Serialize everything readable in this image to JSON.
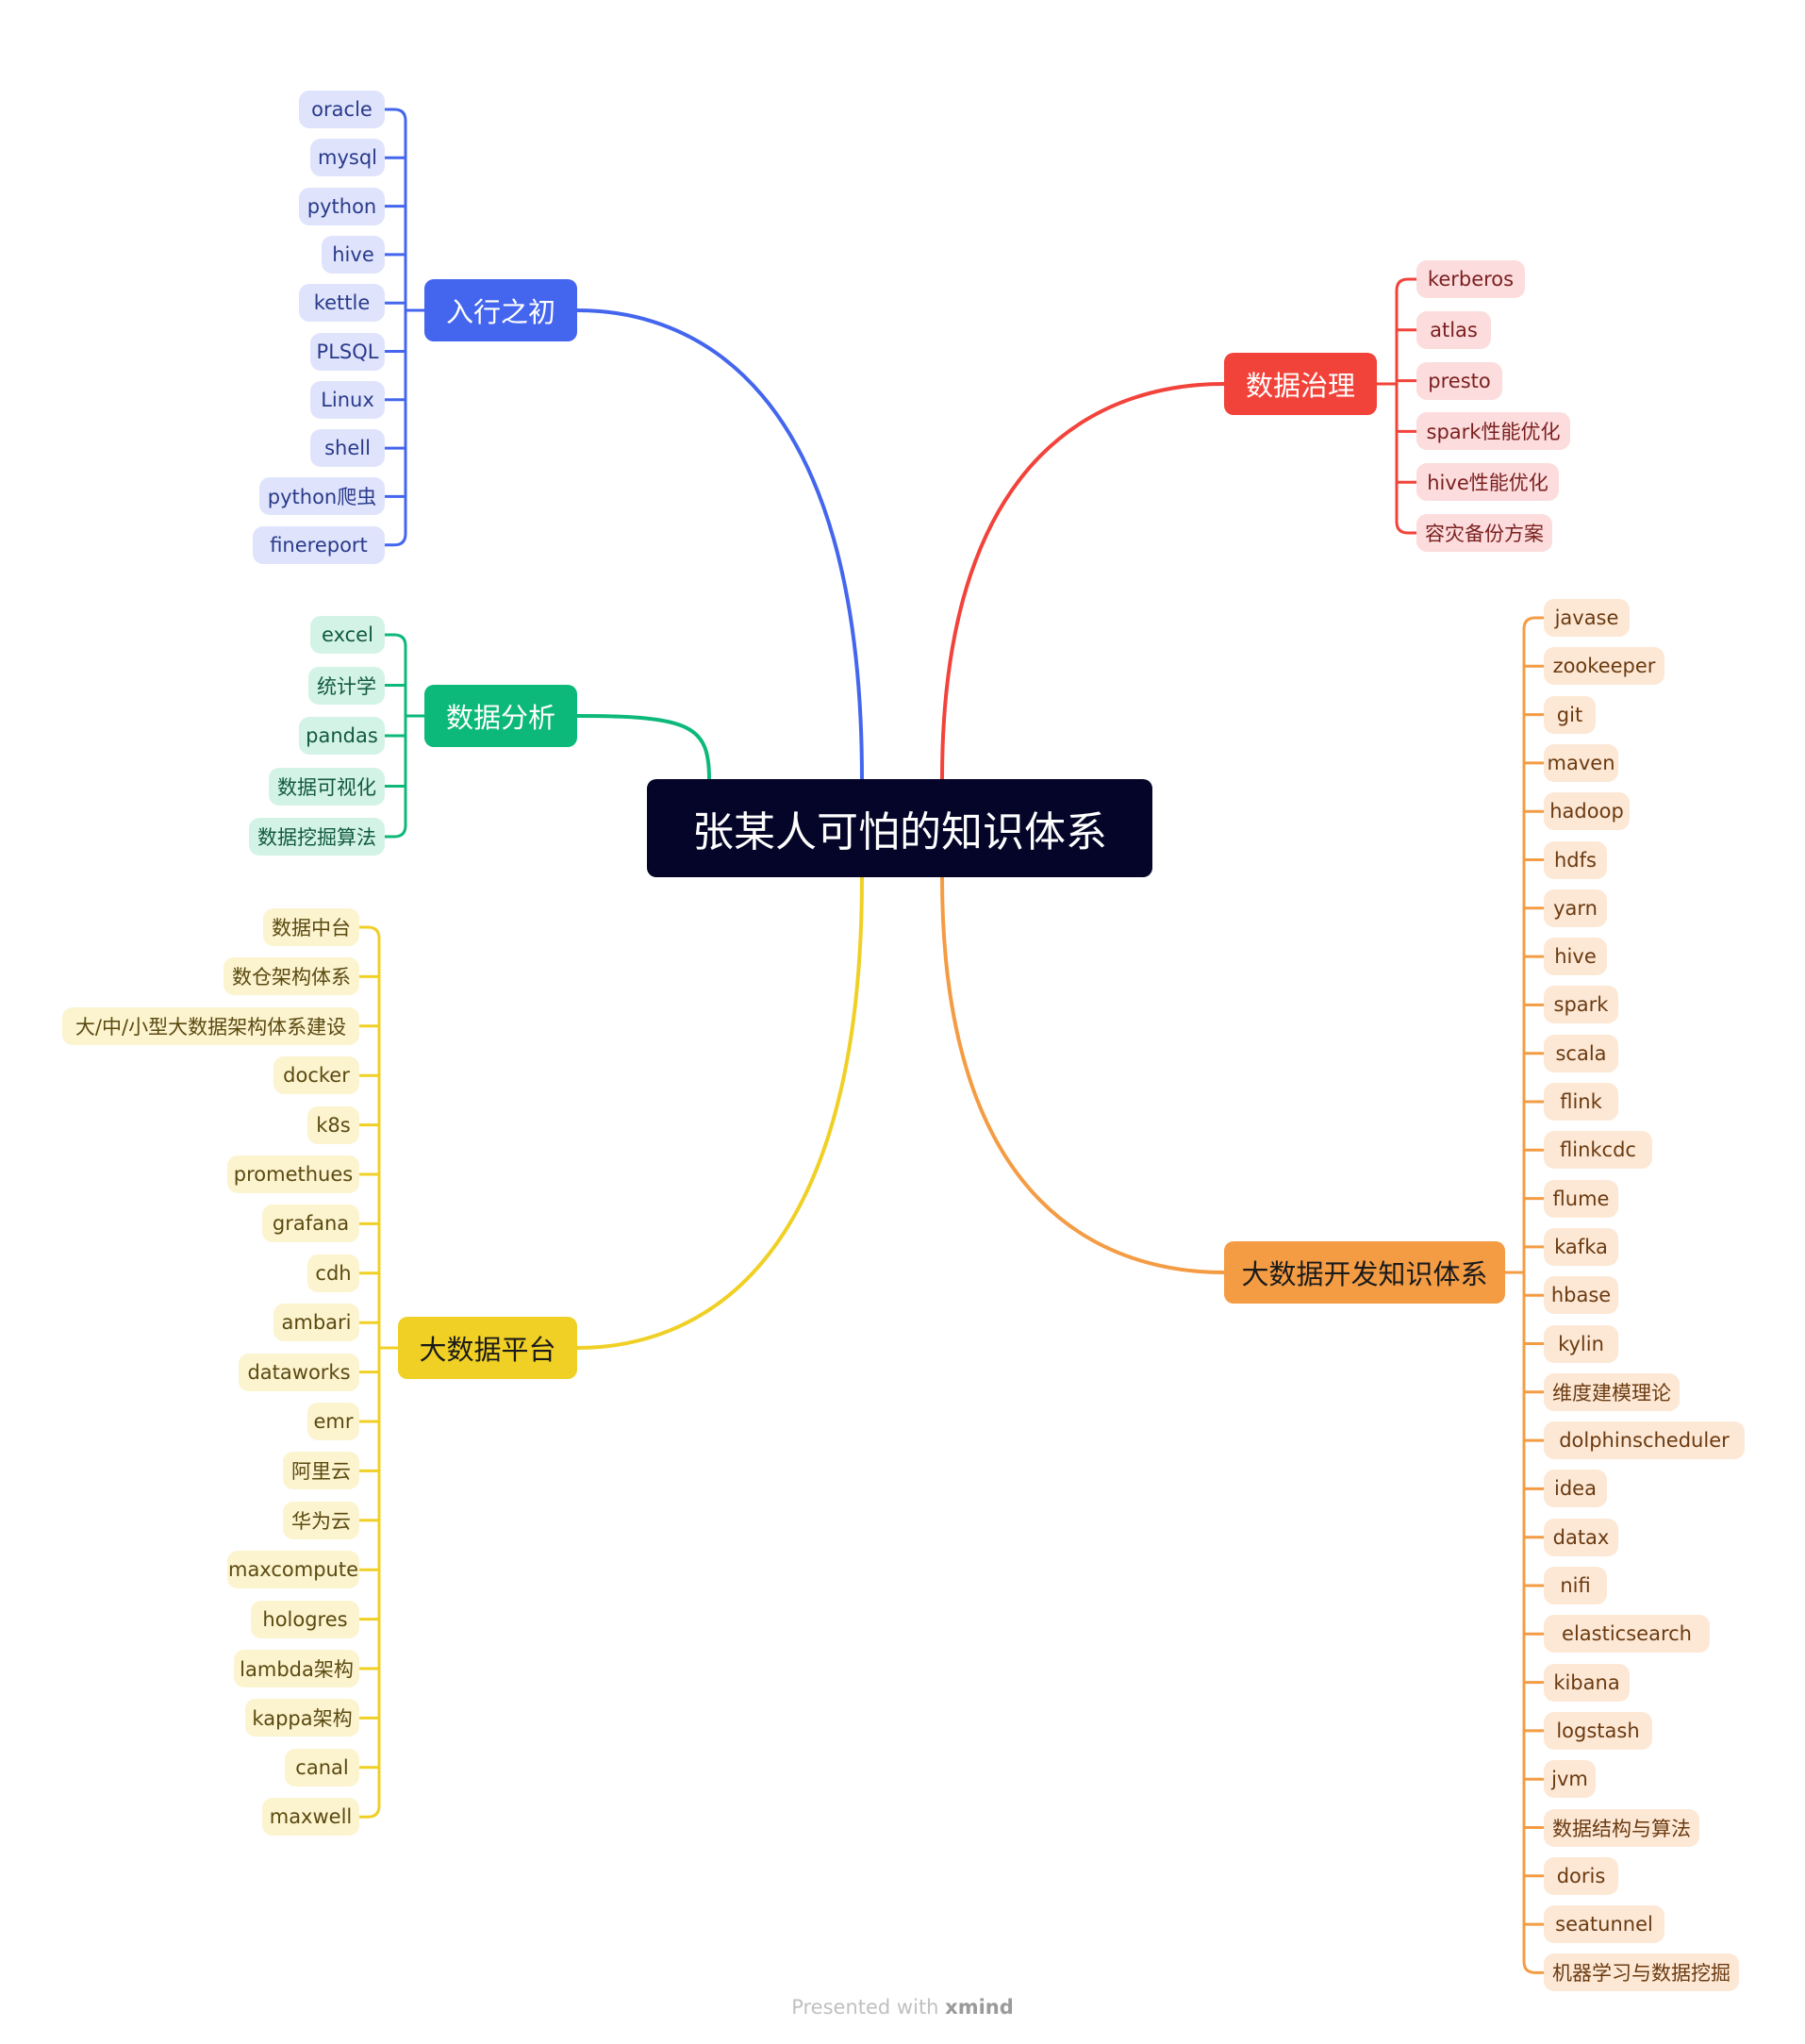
{
  "root": {
    "label": "张某人可怕的知识体系",
    "bg": "#05052a"
  },
  "branches": [
    {
      "id": "entry",
      "label": "入行之初",
      "side": "left",
      "color": "#4466ee",
      "leaf_bg": "#dfe4fc",
      "leaf_text": "#2a3a8a",
      "leaves": [
        "oracle",
        "mysql",
        "python",
        "hive",
        "kettle",
        "PLSQL",
        "Linux",
        "shell",
        "python爬虫",
        "finereport"
      ]
    },
    {
      "id": "analysis",
      "label": "数据分析",
      "side": "left",
      "color": "#0db97a",
      "leaf_bg": "#d3f3e6",
      "leaf_text": "#125a40",
      "leaves": [
        "excel",
        "统计学",
        "pandas",
        "数据可视化",
        "数据挖掘算法"
      ]
    },
    {
      "id": "platform",
      "label": "大数据平台",
      "side": "left",
      "color": "#f0d024",
      "dark_label": true,
      "leaf_bg": "#fcf3cf",
      "leaf_text": "#5a4a10",
      "leaves": [
        "数据中台",
        "数仓架构体系",
        "大/中/小型大数据架构体系建设",
        "docker",
        "k8s",
        "promethues",
        "grafana",
        "cdh",
        "ambari",
        "dataworks",
        "emr",
        "阿里云",
        "华为云",
        "maxcompute",
        "hologres",
        "lambda架构",
        "kappa架构",
        "canal",
        "maxwell"
      ]
    },
    {
      "id": "governance",
      "label": "数据治理",
      "side": "right",
      "color": "#f2433b",
      "leaf_bg": "#fcdcdc",
      "leaf_text": "#7a1f1f",
      "leaves": [
        "kerberos",
        "atlas",
        "presto",
        "spark性能优化",
        "hive性能优化",
        "容灾备份方案"
      ]
    },
    {
      "id": "bigdata-dev",
      "label": "大数据开发知识体系",
      "side": "right",
      "color": "#f49c44",
      "dark_label": true,
      "leaf_bg": "#fde8d6",
      "leaf_text": "#6a3a10",
      "leaves": [
        "javase",
        "zookeeper",
        "git",
        "maven",
        "hadoop",
        "hdfs",
        "yarn",
        "hive",
        "spark",
        "scala",
        "flink",
        "flinkcdc",
        "flume",
        "kafka",
        "hbase",
        "kylin",
        "维度建模理论",
        "dolphinscheduler",
        "idea",
        "datax",
        "nifi",
        "elasticsearch",
        "kibana",
        "logstash",
        "jvm",
        "数据结构与算法",
        "doris",
        "seatunnel",
        "机器学习与数据挖掘"
      ]
    }
  ],
  "footer": {
    "prefix": "Presented with ",
    "brand": "xmind"
  }
}
